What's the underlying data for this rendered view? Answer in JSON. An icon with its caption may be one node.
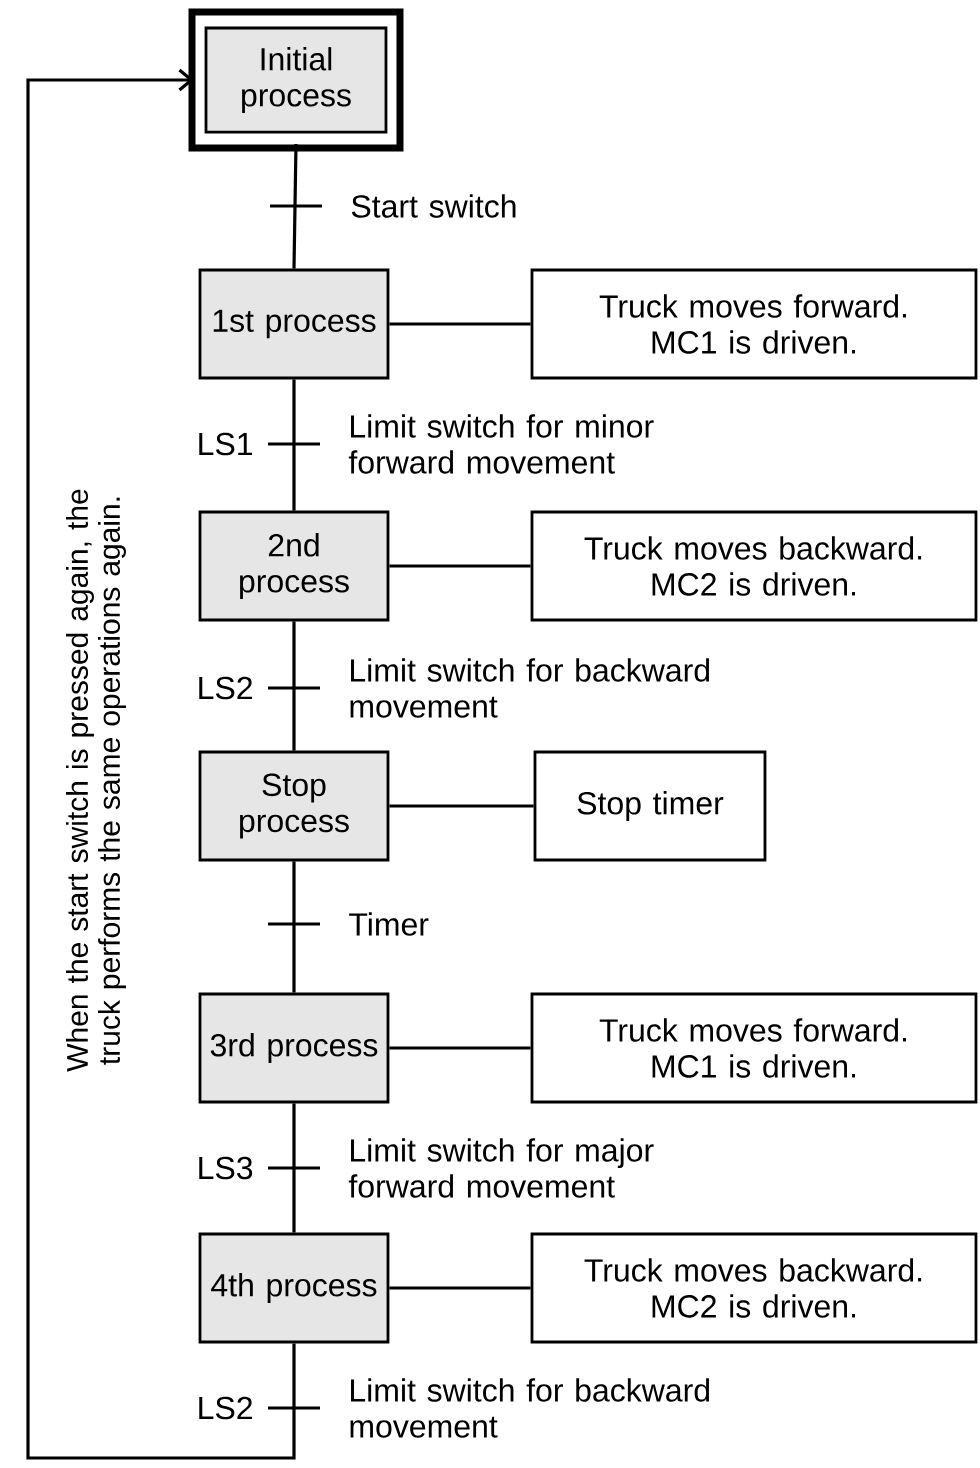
{
  "diagram": {
    "nodes": [
      {
        "text": [
          "Initial process"
        ]
      },
      {
        "text": [
          "1st process"
        ]
      },
      {
        "text": [
          "Truck moves forward. MC1 is driven."
        ]
      },
      {
        "text": [
          "2nd process"
        ]
      },
      {
        "text": [
          "Truck moves backward. MC2 is driven."
        ]
      },
      {
        "text": [
          "Stop process"
        ]
      },
      {
        "text": [
          "Stop timer"
        ]
      },
      {
        "text": [
          "3rd process"
        ]
      },
      {
        "text": [
          "Truck moves forward. MC1 is driven."
        ]
      },
      {
        "text": [
          "4th process"
        ]
      },
      {
        "text": [
          "Truck moves backward. MC2 is driven."
        ]
      }
    ],
    "edges": [
      {
        "from": 0,
        "to": 1,
        "arrow": "none",
        "label": "Start switch"
      },
      {
        "from": 1,
        "to": 2,
        "arrow": "none"
      },
      {
        "from": 1,
        "to": 3,
        "arrow": "none",
        "label": "Limit switch for minor forward movement"
      },
      {
        "from": 3,
        "to": 4,
        "arrow": "none"
      },
      {
        "from": 3,
        "to": 5,
        "arrow": "none",
        "label": "Limit switch for backward movement"
      },
      {
        "from": 5,
        "to": 6,
        "arrow": "none"
      },
      {
        "from": 5,
        "to": 7,
        "arrow": "none",
        "label": "Timer"
      },
      {
        "from": 7,
        "to": 8,
        "arrow": "none"
      },
      {
        "from": 7,
        "to": 9,
        "arrow": "none",
        "label": "Limit switch for major forward movement"
      },
      {
        "from": 9,
        "to": 10,
        "arrow": "none"
      },
      {
        "from": 9,
        "to": 0,
        "arrow": "to",
        "label": "Limit switch for backward movement"
      }
    ],
    "labels": [
      "LS1",
      "LS2",
      "LS3",
      "LS2",
      "When the start switch is pressed again, the truck performs the same operations again."
    ]
  }
}
